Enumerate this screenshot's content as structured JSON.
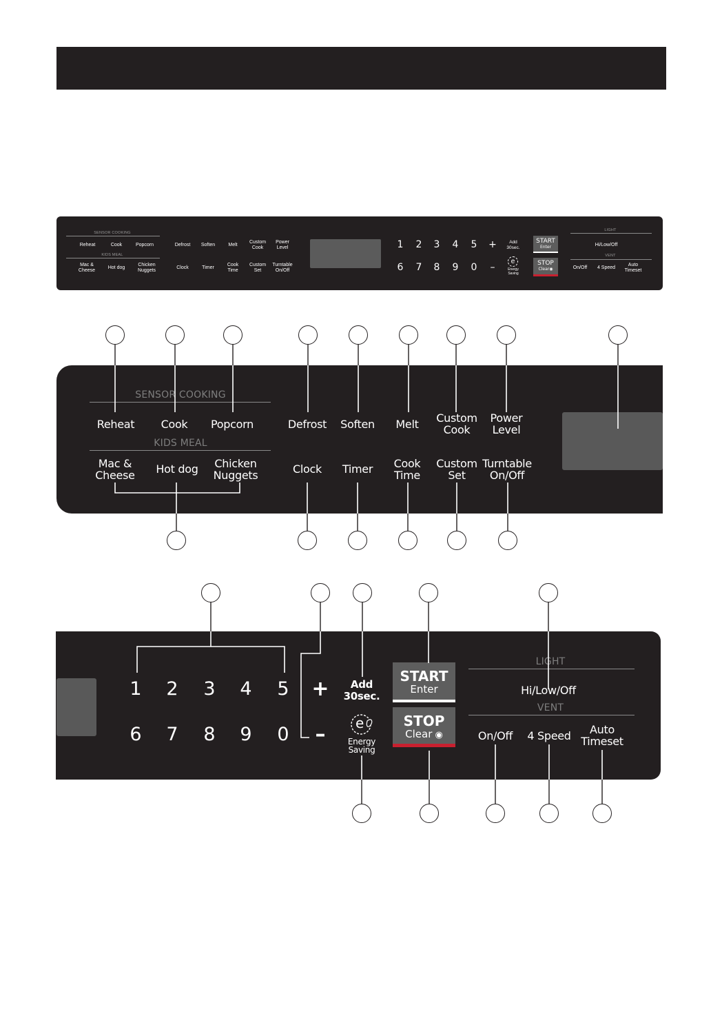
{
  "overview_panel": {
    "sensor_header": "SENSOR COOKING",
    "kids_header": "KIDS MEAL",
    "row1": [
      "Reheat",
      "Cook",
      "Popcorn"
    ],
    "row2": [
      "Mac &\nCheese",
      "Hot dog",
      "Chicken\nNuggets"
    ],
    "func_row1": [
      "Defrost",
      "Soften",
      "Melt",
      "Custom\nCook",
      "Power\nLevel"
    ],
    "func_row2": [
      "Clock",
      "Timer",
      "Cook\nTime",
      "Custom\nSet",
      "Turntable\nOn/Off"
    ],
    "digits_row1": [
      "1",
      "2",
      "3",
      "4",
      "5",
      "+"
    ],
    "digits_row2": [
      "6",
      "7",
      "8",
      "9",
      "0",
      "–"
    ],
    "add30": "Add\n30sec.",
    "energy": "Energy\nSaving",
    "start_main": "START",
    "start_sub": "Enter",
    "stop_main": "STOP",
    "stop_sub": "Clear",
    "light_header": "LIGHT",
    "light_value": "Hi/Low/Off",
    "vent_header": "VENT",
    "vent_buttons": [
      "On/Off",
      "4 Speed",
      "Auto\nTimeset"
    ]
  },
  "detail_upper": {
    "sensor_header": "SENSOR COOKING",
    "kids_header": "KIDS MEAL",
    "sensor_buttons": [
      "Reheat",
      "Cook",
      "Popcorn"
    ],
    "kids_buttons": [
      "Mac &\nCheese",
      "Hot dog",
      "Chicken\nNuggets"
    ],
    "func_row1": [
      "Defrost",
      "Soften",
      "Melt",
      "Custom\nCook",
      "Power\nLevel"
    ],
    "func_row2": [
      "Clock",
      "Timer",
      "Cook\nTime",
      "Custom\nSet",
      "Turntable\nOn/Off"
    ]
  },
  "detail_lower": {
    "digits_row1": [
      "1",
      "2",
      "3",
      "4",
      "5"
    ],
    "digits_row2": [
      "6",
      "7",
      "8",
      "9",
      "0"
    ],
    "plus": "+",
    "minus": "–",
    "add30": "Add\n30sec.",
    "energy": "Energy\nSaving",
    "energy_glyph": "e",
    "start_main": "START",
    "start_sub": "Enter",
    "stop_main": "STOP",
    "stop_sub": "Clear",
    "light_header": "LIGHT",
    "light_value": "Hi/Low/Off",
    "vent_header": "VENT",
    "vent_buttons": [
      "On/Off",
      "4 Speed",
      "Auto\nTimeset"
    ]
  },
  "colors": {
    "panel": "#231f20",
    "display": "#595959",
    "stop_accent": "#c8202f"
  }
}
